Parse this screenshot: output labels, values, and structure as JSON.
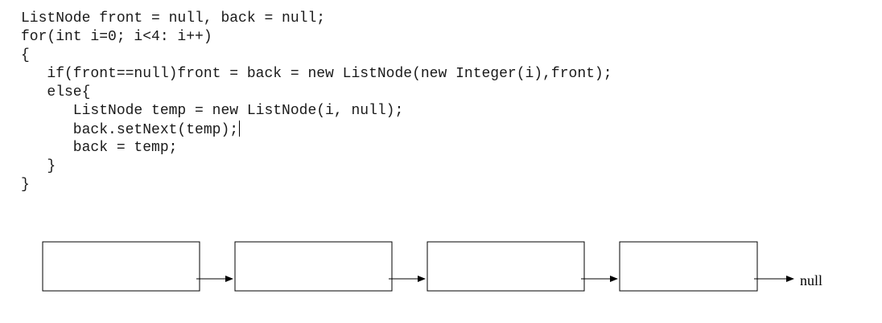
{
  "code": {
    "lines": [
      "ListNode front = null, back = null;",
      "for(int i=0; i<4: i++)",
      "{",
      "   if(front==null)front = back = new ListNode(new Integer(i),front);",
      "   else{",
      "      ListNode temp = new ListNode(i, null);",
      "      back.setNext(temp);",
      "      back = temp;",
      "   }",
      "}"
    ]
  },
  "diagram": {
    "node_count": 4,
    "null_label": "null"
  }
}
